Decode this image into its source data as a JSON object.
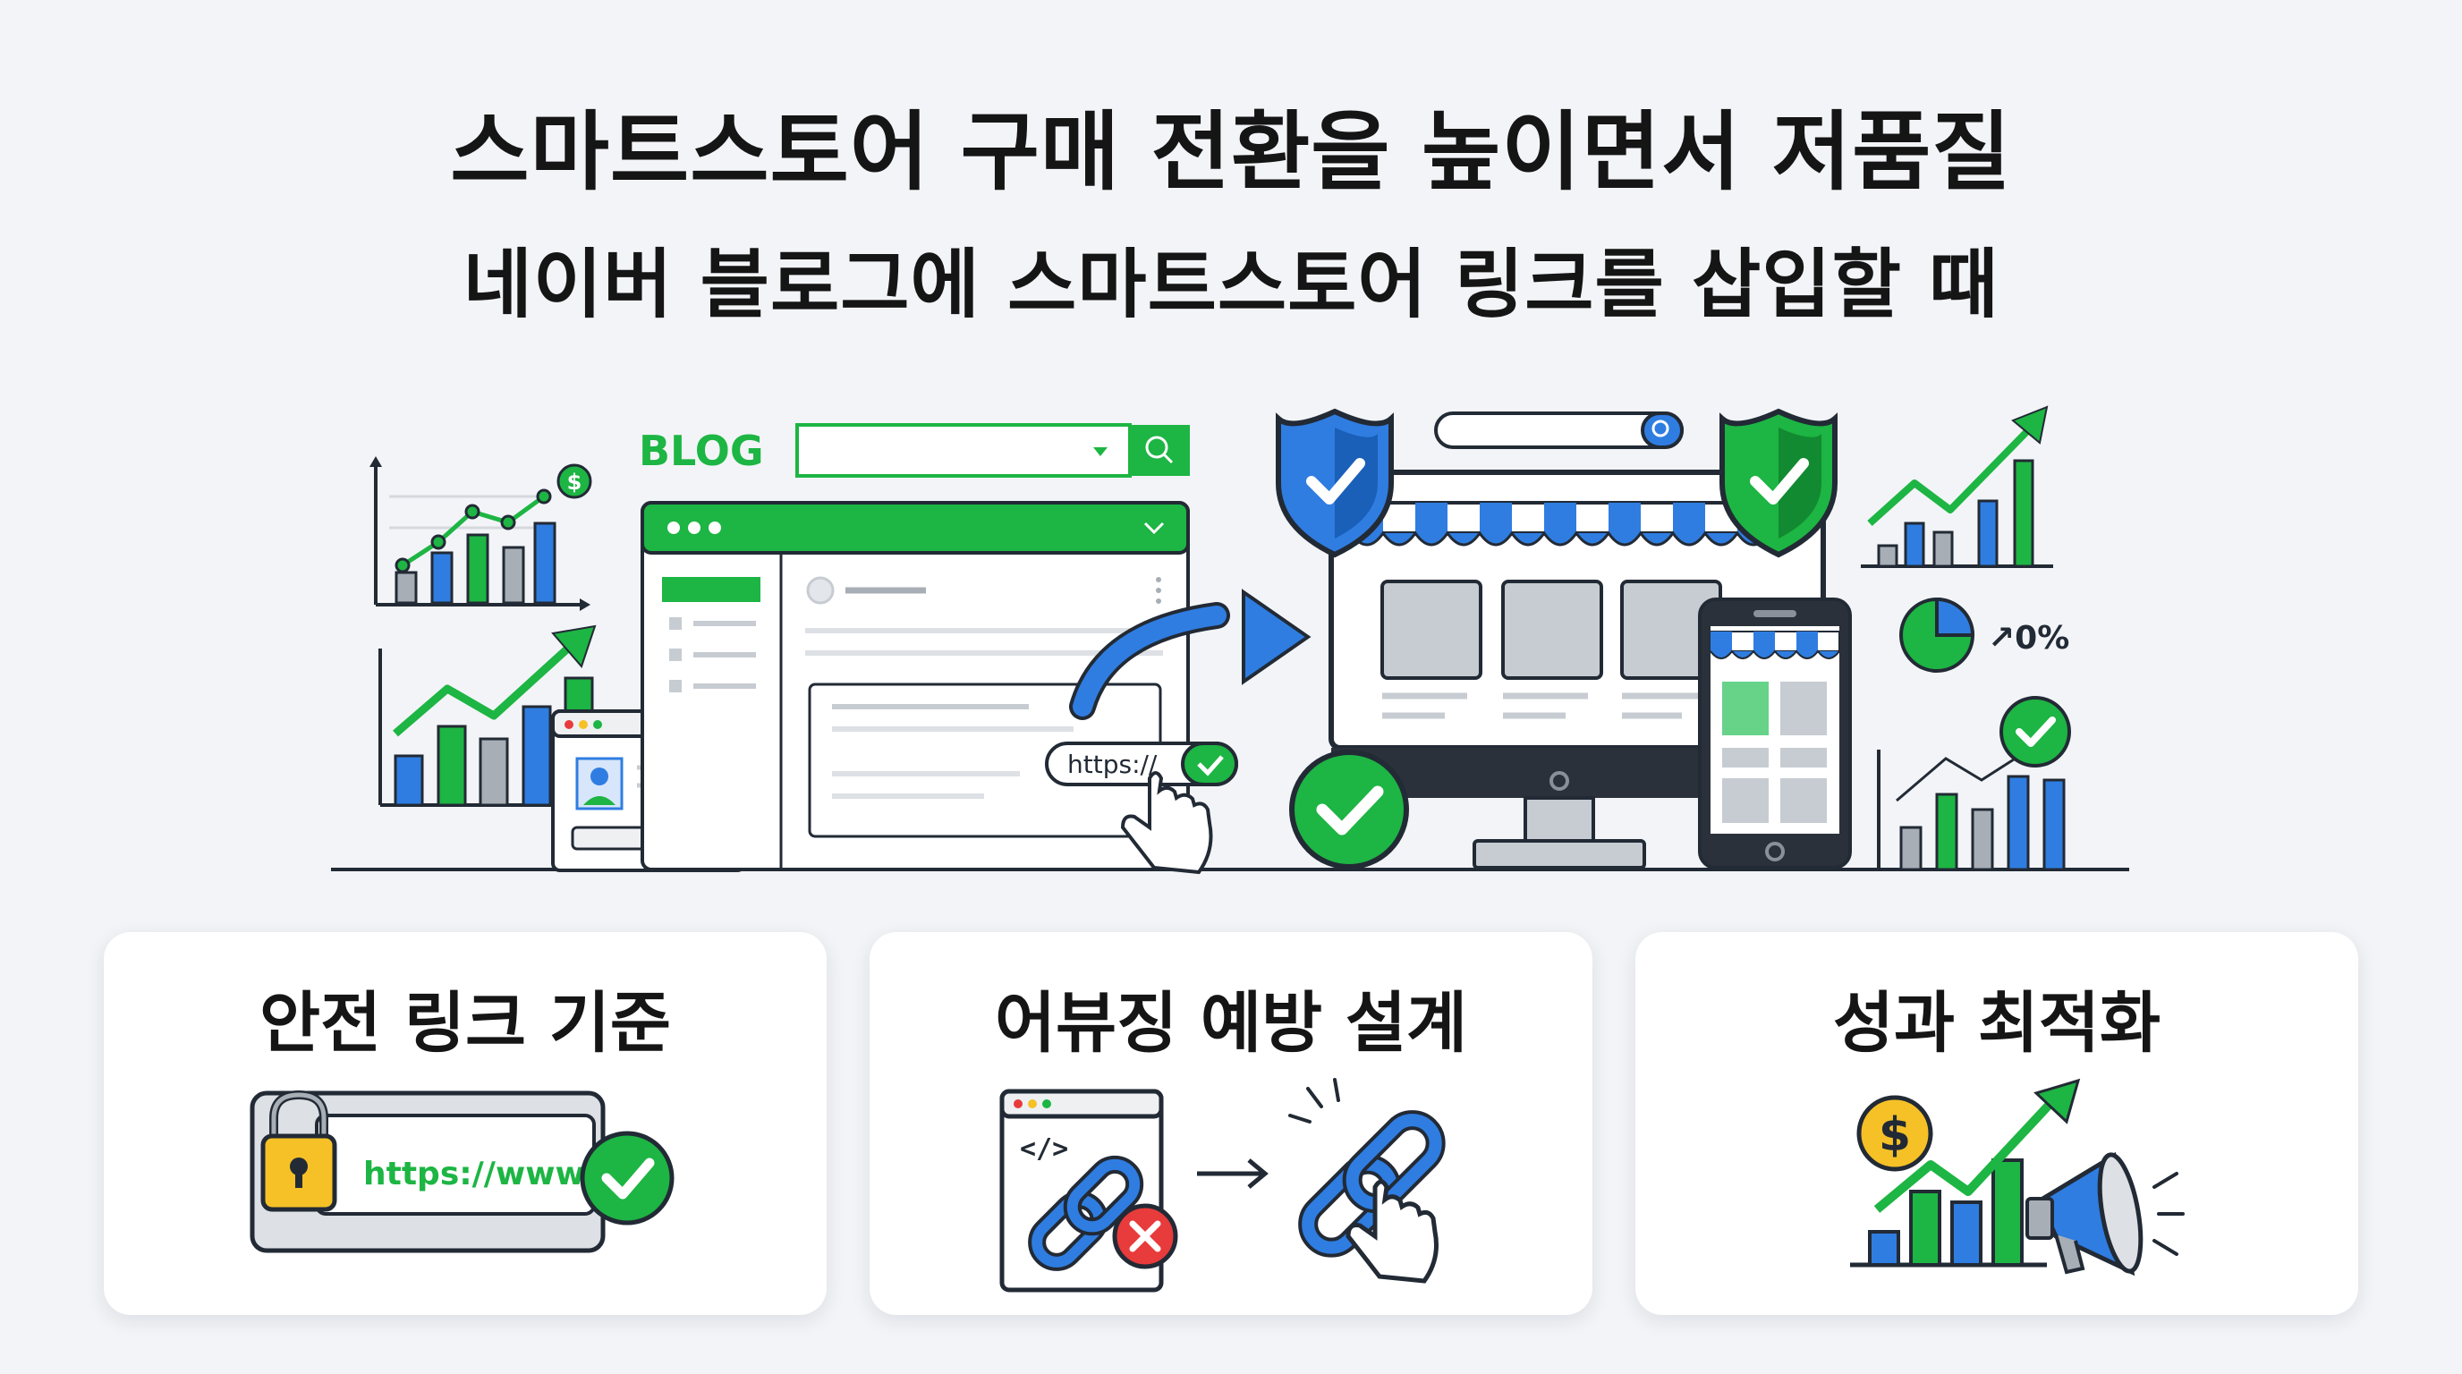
{
  "title": {
    "line1": "스마트스토어 구매 전환을 높이면서 저품질",
    "line2": "네이버 블로그에 스마트스토어 링크를 삽입할 때"
  },
  "hero": {
    "blog_label": "BLOG",
    "url_pill": "https://",
    "stat_label": "↗0%"
  },
  "cards": [
    {
      "title": "안전 링크 기준",
      "url_text": "https://www"
    },
    {
      "title": "어뷰징 예방 설계",
      "code_icon_text": "</>"
    },
    {
      "title": "성과 최적화",
      "coin_text": "$"
    }
  ],
  "colors": {
    "green": "#1db543",
    "blue": "#2f7de1",
    "dark": "#222a35",
    "gray": "#a8aeb6",
    "red": "#e83b3b",
    "yellow": "#f5c126"
  }
}
